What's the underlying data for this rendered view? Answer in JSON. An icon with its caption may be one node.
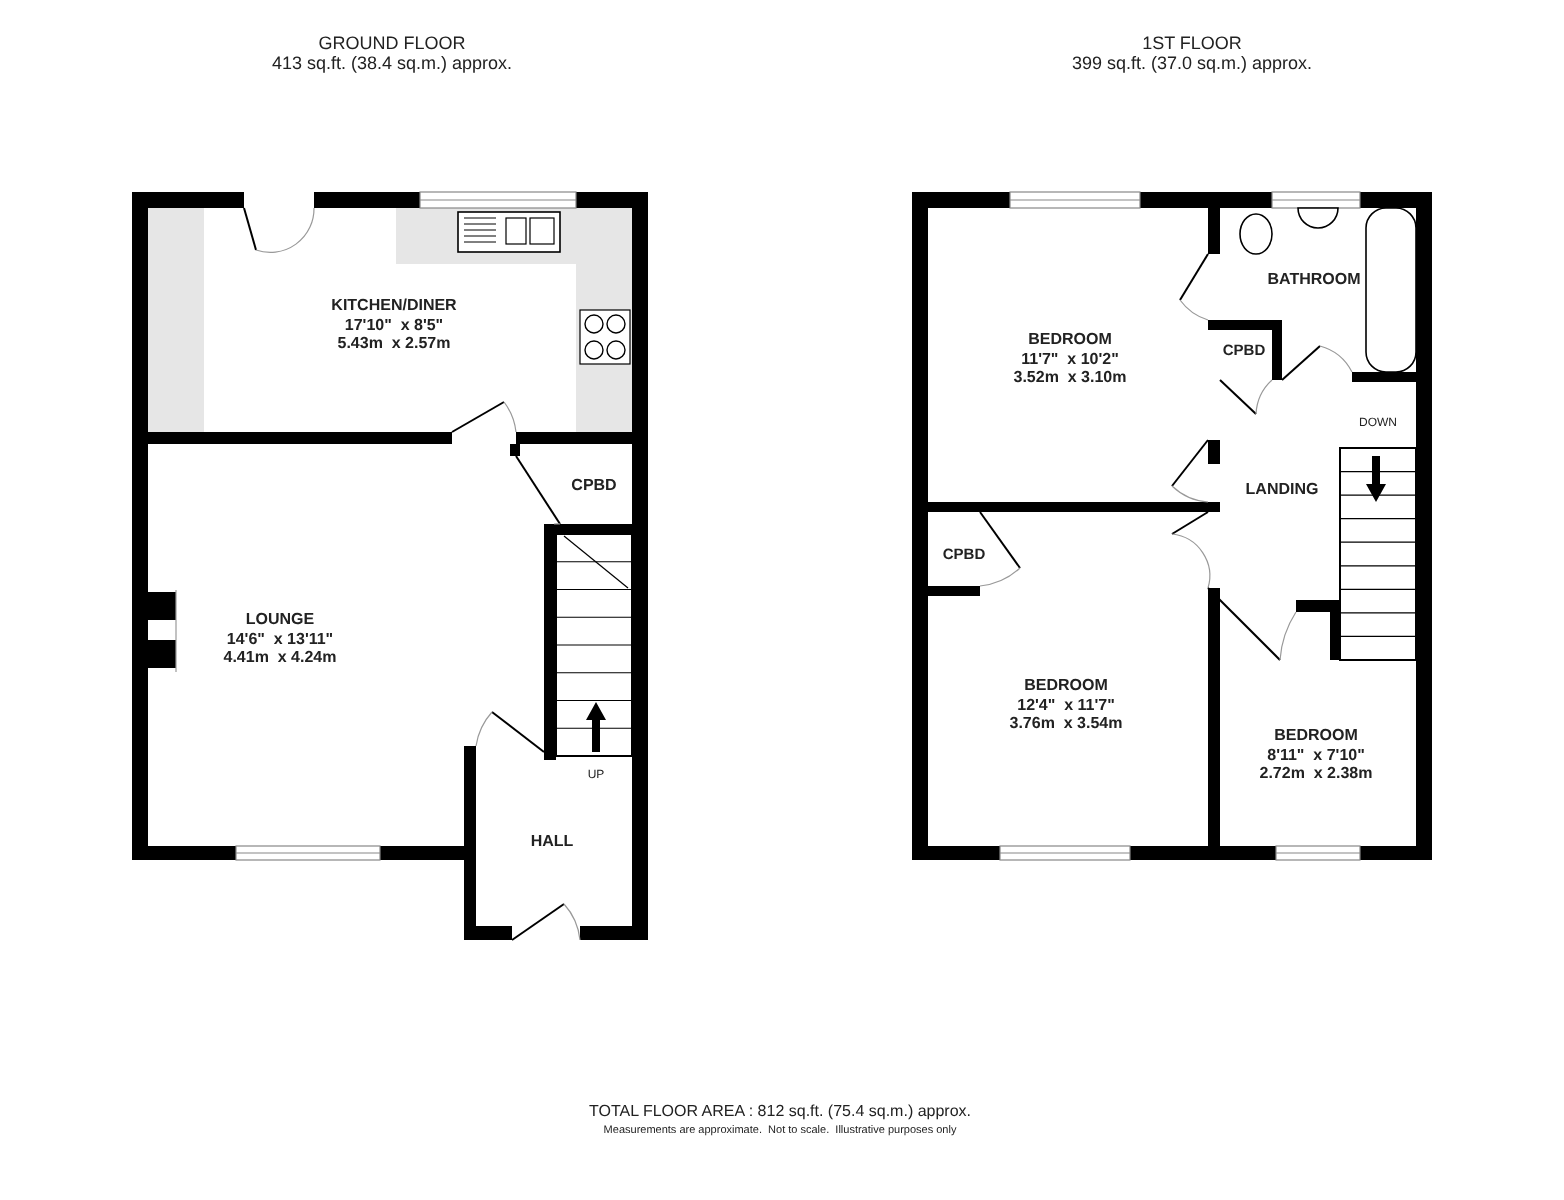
{
  "diagram": {
    "labels": [
      "GROUND FLOOR",
      "413 sq.ft. (38.4 sq.m.) approx.",
      "1ST FLOOR",
      "399 sq.ft. (37.0 sq.m.) approx.",
      "KITCHEN/DINER",
      "17'10\"  x 8'5\"",
      "5.43m  x 2.57m",
      "CPBD",
      "LOUNGE",
      "14'6\"  x 13'11\"",
      "4.41m  x 4.24m",
      "UP",
      "HALL",
      "BATHROOM",
      "BEDROOM",
      "11'7\"  x 10'2\"",
      "3.52m  x 3.10m",
      "CPBD",
      "DOWN",
      "LANDING",
      "CPBD",
      "BEDROOM",
      "12'4\"  x 11'7\"",
      "3.76m  x 3.54m",
      "BEDROOM",
      "8'11\"  x 7'10\"",
      "2.72m  x 2.38m",
      "TOTAL FLOOR AREA : 812 sq.ft. (75.4 sq.m.) approx.",
      "Measurements are approximate.  Not to scale.  Illustrative purposes only"
    ]
  }
}
